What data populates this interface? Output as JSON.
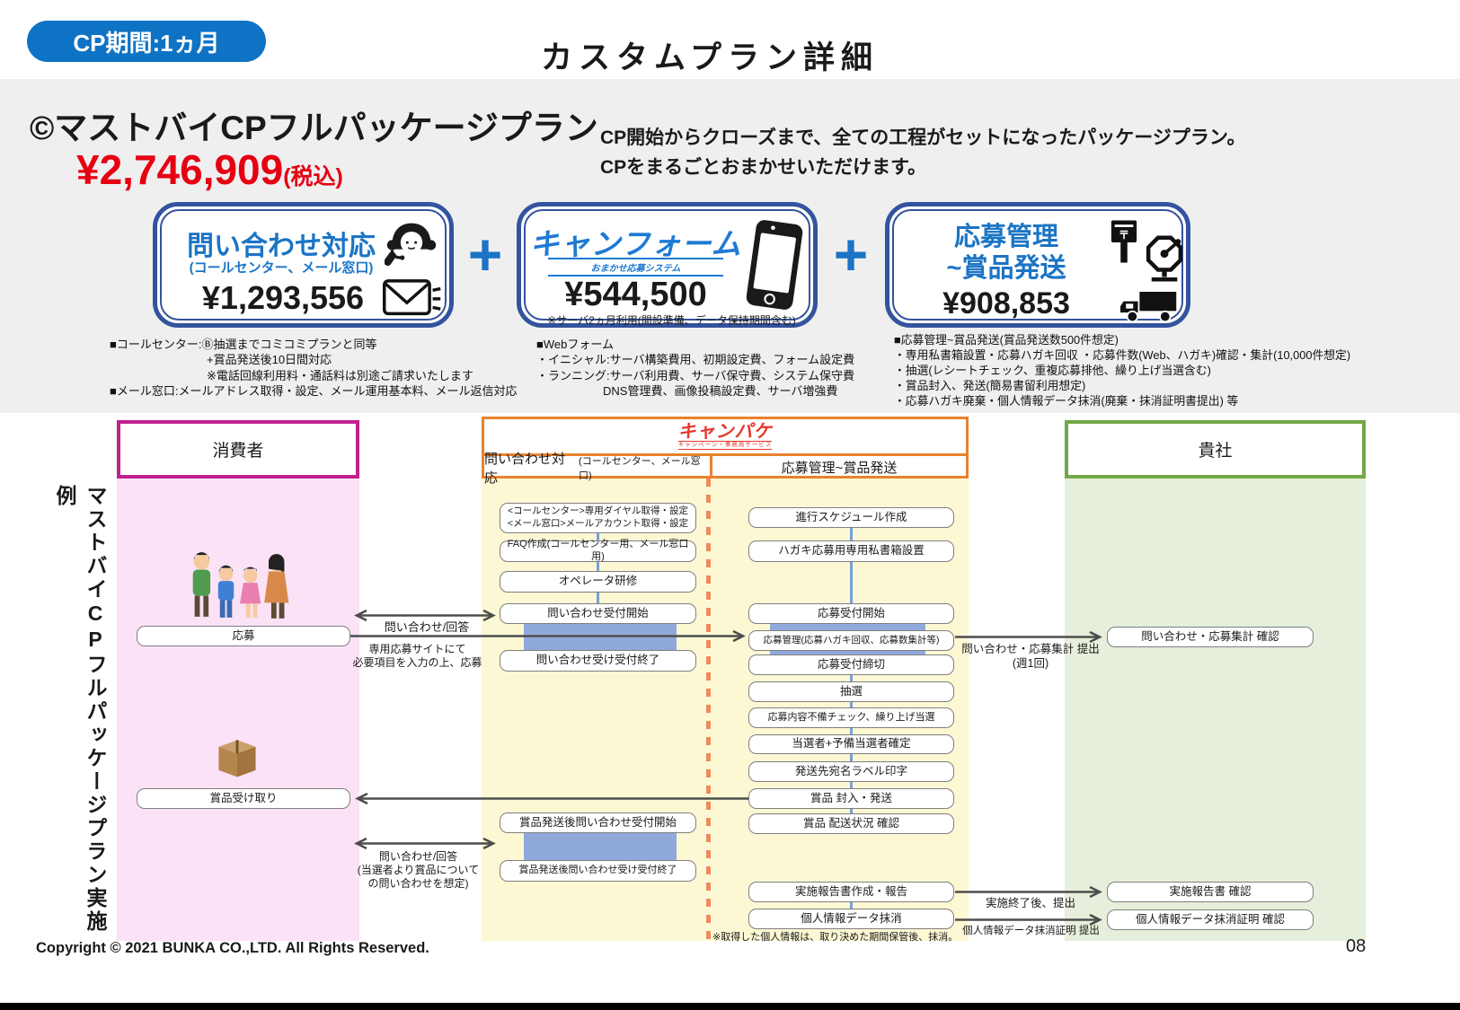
{
  "header": {
    "badge": "CP期間:1ヵ月",
    "title": "カスタムプラン詳細"
  },
  "plan": {
    "name": "©マストバイCPフルパッケージプラン",
    "price": "¥2,746,909",
    "tax_note": "(税込)",
    "description": [
      "CP開始からクローズまで、全ての工程がセットになったパッケージプラン。",
      "CPをまるごとおまかせいただけます。"
    ]
  },
  "packages": {
    "plus": "+",
    "box1": {
      "title": "問い合わせ対応",
      "subtitle": "(コールセンター、メール窓口)",
      "price": "¥1,293,556"
    },
    "box2": {
      "logo": "キャンフォーム",
      "logo_sub": "おまかせ応募システム",
      "price": "¥544,500",
      "note": "※サーバ2ヵ月利用(開設準備、データ保持期間含む)"
    },
    "box3": {
      "title_line1": "応募管理",
      "title_line2": "~賞品発送",
      "price": "¥908,853"
    }
  },
  "notes": {
    "callcenter": [
      "■コールセンター:Ⓑ抽選までコミコミプランと同等",
      "+賞品発送後10日間対応",
      "※電話回線利用料・通話料は別途ご請求いたします",
      "■メール窓口:メールアドレス取得・設定、メール運用基本料、メール返信対応"
    ],
    "webform": [
      "■Webフォーム",
      "・イニシャル:サーバ構築費用、初期設定費、フォーム設定費",
      "・ランニング:サーバ利用費、サーバ保守費、システム保守費",
      "DNS管理費、画像投稿設定費、サーバ増強費"
    ],
    "fulfillment": [
      "■応募管理~賞品発送(賞品発送数500件想定)",
      "・専用私書箱設置・応募ハガキ回収 ・応募件数(Web、ハガキ)確認・集計(10,000件想定)",
      "・抽選(レシートチェック、重複応募排他、繰り上げ当選含む)",
      "・賞品封入、発送(簡易書留利用想定)",
      "・応募ハガキ廃棄・個人情報データ抹消(廃棄・抹消証明書提出) 等"
    ]
  },
  "flow": {
    "side_label": "マストバイCPフルパッケージプラン実施例",
    "consumer_header": "消費者",
    "vendor_logo": "キャンパケ",
    "vendor_logo_sub": "キャンペーン・事務局サービス",
    "inquiry_header": "問い合わせ対応",
    "inquiry_header_sub": "(コールセンター、メール窓口)",
    "fulfillment_header": "応募管理~賞品発送",
    "client_header": "貴社",
    "consumer_steps": {
      "apply": "応募",
      "receive": "賞品受け取り"
    },
    "inquiry_steps": [
      "<コールセンター>専用ダイヤル取得・設定",
      "<メール窓口>メールアカウント取得・設定",
      "FAQ作成(コールセンター用、メール窓口用)",
      "オペレータ研修",
      "問い合わせ受付開始",
      "問い合わせ受け受付終了",
      "賞品発送後問い合わせ受付開始",
      "賞品発送後問い合わせ受け受付終了"
    ],
    "fulfillment_steps": [
      "進行スケジュール作成",
      "ハガキ応募用専用私書箱設置",
      "応募受付開始",
      "応募管理(応募ハガキ回収、応募数集計等)",
      "応募受付締切",
      "抽選",
      "応募内容不備チェック、繰り上げ当選",
      "当選者+予備当選者確定",
      "発送先宛名ラベル印字",
      "賞品 封入・発送",
      "賞品 配送状況 確認",
      "実施報告書作成・報告",
      "個人情報データ抹消"
    ],
    "client_steps": [
      "問い合わせ・応募集計 確認",
      "実施報告書 確認",
      "個人情報データ抹消証明 確認"
    ],
    "labels": {
      "inquiry_answer": "問い合わせ/回答",
      "apply_note_1": "専用応募サイトにて",
      "apply_note_2": "必要項目を入力の上、応募",
      "tally_1": "問い合わせ・応募集計 提出",
      "tally_2": "(週1回)",
      "inquiry_answer2_1": "問い合わせ/回答",
      "inquiry_answer2_2": "(当選者より賞品について",
      "inquiry_answer2_3": "の問い合わせを想定)",
      "report": "実施終了後、提出",
      "erase_cert": "個人情報データ抹消証明 提出",
      "privacy_note": "※取得した個人情報は、取り決めた期間保管後、抹消。"
    }
  },
  "footer": {
    "copyright": "Copyright © 2021 BUNKA CO.,LTD. All Rights Reserved.",
    "page": "08"
  }
}
